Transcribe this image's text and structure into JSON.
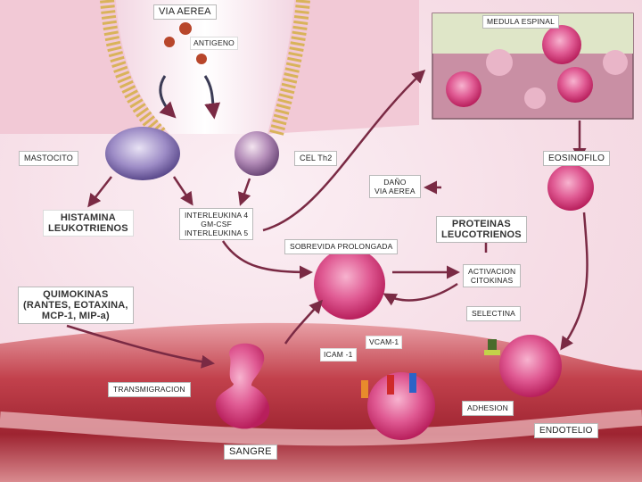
{
  "labels": {
    "via_aerea": "VIA AEREA",
    "antigeno": "ANTIGENO",
    "medula_espinal": "MEDULA ESPINAL",
    "mastocito": "MASTOCITO",
    "cel_th2": "CEL Th2",
    "eosinofilo": "EOSINOFILO",
    "dano_via_aerea": "DAÑO\nVIA AEREA",
    "histamina": "HISTAMINA\nLEUKOTRIENOS",
    "interleukina": "INTERLEUKINA 4\nGM-CSF\nINTERLEUKINA 5",
    "proteinas": "PROTEINAS\nLEUCOTRIENOS",
    "sobrevida": "SOBREVIDA PROLONGADA",
    "activacion": "ACTIVACION\nCITOKINAS",
    "quimokinas": "QUIMOKINAS\n(RANTES, EOTAXINA,\nMCP-1, MIP-a)",
    "selectina": "SELECTINA",
    "vcam": "VCAM-1",
    "icam": "ICAM -1",
    "transmigracion": "TRANSMIGRACION",
    "adhesion": "ADHESION",
    "endotelio": "ENDOTELIO",
    "sangre": "SANGRE"
  },
  "colors": {
    "background": "#f6dde6",
    "cell_pink": "#d63c7a",
    "vessel_red": "#b9323f",
    "arrow": "#7a2a44"
  }
}
